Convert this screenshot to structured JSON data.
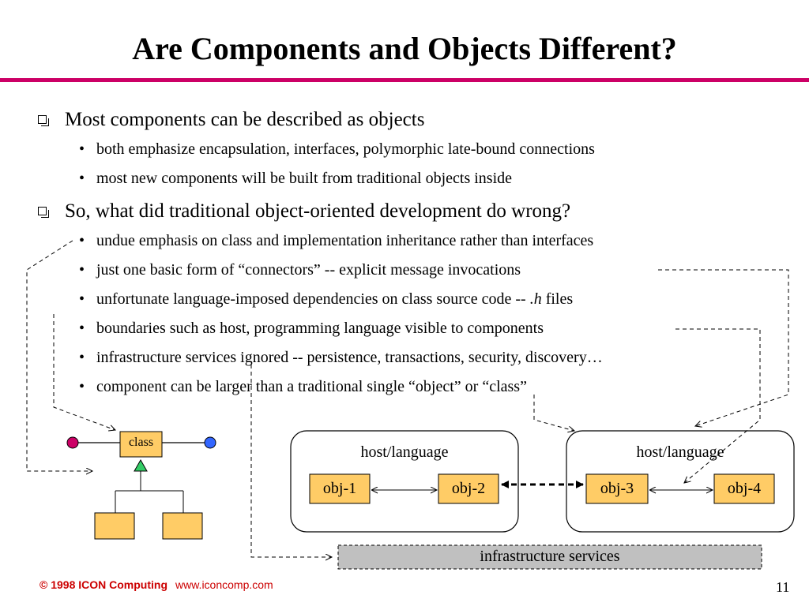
{
  "title": "Are Components and Objects Different?",
  "bullets": [
    {
      "text": "Most components can be described as objects",
      "subs": [
        "both emphasize encapsulation, interfaces, polymorphic late-bound connections",
        "most new components will be built from traditional objects inside"
      ]
    },
    {
      "text": "So, what did traditional object-oriented development do wrong?",
      "subs": [
        "undue emphasis on class and implementation inheritance rather than interfaces",
        "just one basic form of “connectors” -- explicit message invocations",
        "boundaries such as host, programming language visible to components",
        "infrastructure services ignored -- persistence, transactions, security, discovery…",
        "component can be larger than a traditional single “object” or “class”"
      ],
      "special_sub": {
        "before": "unfortunate language-imposed dependencies on class source code -- ",
        "italic": ".h",
        "after": " files"
      }
    },
    {
      "sub_bullet_marker": "•"
    }
  ],
  "diagram": {
    "class_label": "class",
    "host1_label": "host/language",
    "host2_label": "host/language",
    "obj1": "obj-1",
    "obj2": "obj-2",
    "obj3": "obj-3",
    "obj4": "obj-4",
    "infra": "infrastructure services",
    "colors": {
      "box_fill": "#ffcc66",
      "infra_fill": "#c0c0c0",
      "left_dot": "#cc0066",
      "right_dot": "#3366ff",
      "triangle": "#33cc66",
      "rule": "#cc0066"
    }
  },
  "footer": {
    "copyright": "© 1998 ICON Computing",
    "url": "www.iconcomp.com",
    "page": "11"
  }
}
